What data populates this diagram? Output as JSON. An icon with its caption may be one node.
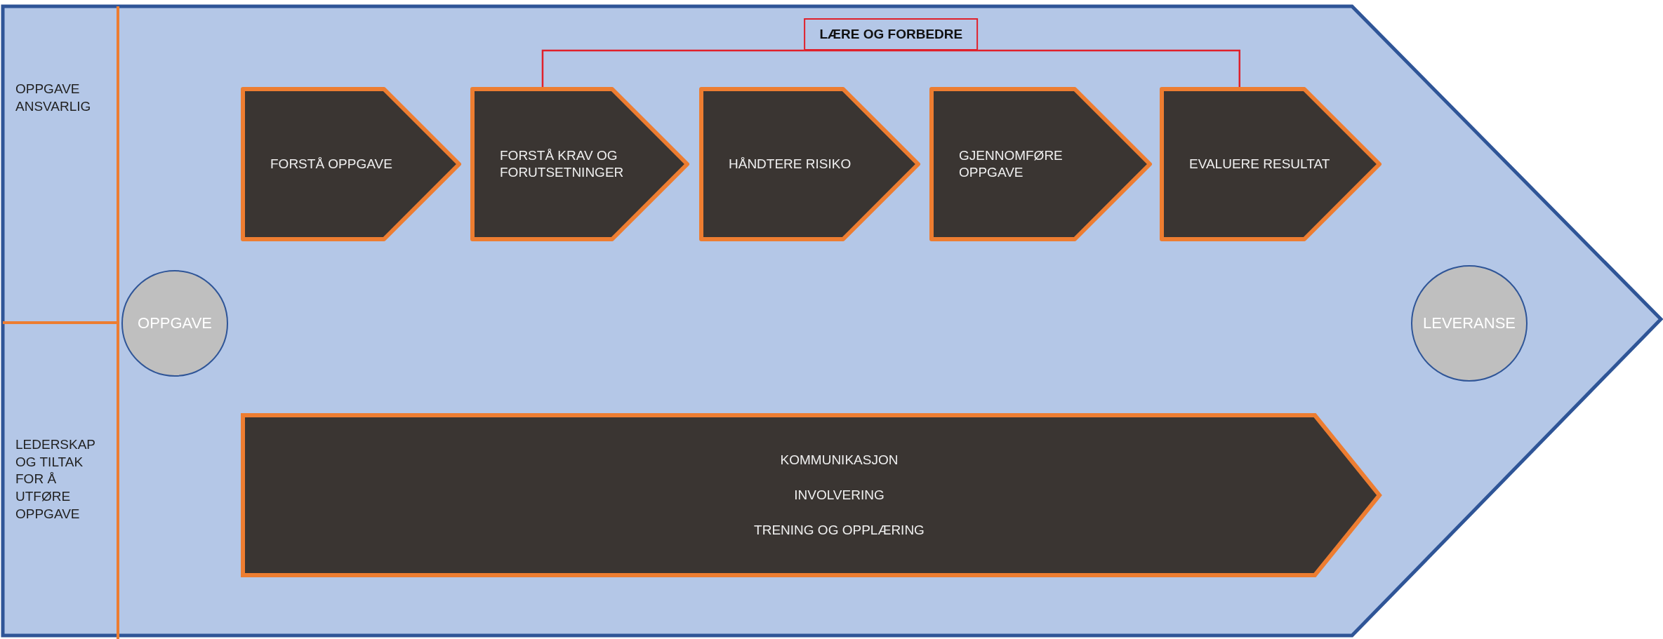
{
  "diagram": {
    "nodes": [
      {
        "text": [
          "OPPGAVE"
        ]
      },
      {
        "text": [
          "FORSTÅ OPPGAVE"
        ]
      },
      {
        "text": [
          "FORSTÅ KRAV OG FORUTSETNINGER"
        ]
      },
      {
        "text": [
          "HÅNDTERE RISIKO"
        ]
      },
      {
        "text": [
          "GJENNOMFØRE OPPGAVE"
        ]
      },
      {
        "text": [
          "EVALUERE RESULTAT"
        ]
      },
      {
        "text": [
          "LEVERANSE"
        ]
      },
      {
        "text": [
          "KOMMUNIKASJON",
          "INVOLVERING",
          "TRENING OG OPPLÆRING"
        ]
      }
    ],
    "edges": [
      {
        "from": 2,
        "to": 5,
        "arrow": "none",
        "label": "LÆRE OG FORBEDRE",
        "color": "#e0202a"
      }
    ],
    "labels": [
      "OPPGAVE ANSVARLIG",
      "LEDERSKAP OG TILTAK FOR Å UTFØRE OPPGAVE"
    ]
  }
}
